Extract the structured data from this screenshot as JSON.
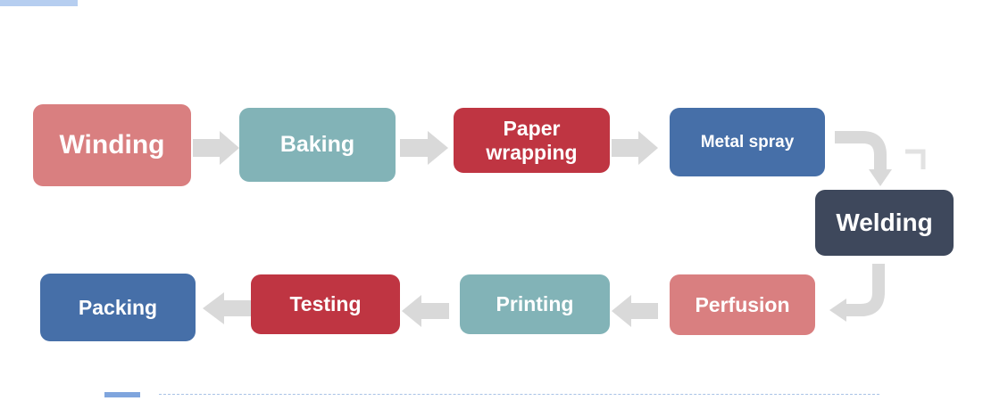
{
  "colors": {
    "pink": "#d97f80",
    "teal": "#82b3b7",
    "red": "#bf3542",
    "blue": "#466fa8",
    "slate": "#3e485c",
    "arrow": "#d9d9d9"
  },
  "process": {
    "steps": [
      {
        "id": "winding",
        "label": "Winding"
      },
      {
        "id": "baking",
        "label": "Baking"
      },
      {
        "id": "paper-wrapping",
        "label": "Paper\nwrapping"
      },
      {
        "id": "metal-spray",
        "label": "Metal spray"
      },
      {
        "id": "welding",
        "label": "Welding"
      },
      {
        "id": "perfusion",
        "label": "Perfusion"
      },
      {
        "id": "printing",
        "label": "Printing"
      },
      {
        "id": "testing",
        "label": "Testing"
      },
      {
        "id": "packing",
        "label": "Packing"
      }
    ]
  }
}
